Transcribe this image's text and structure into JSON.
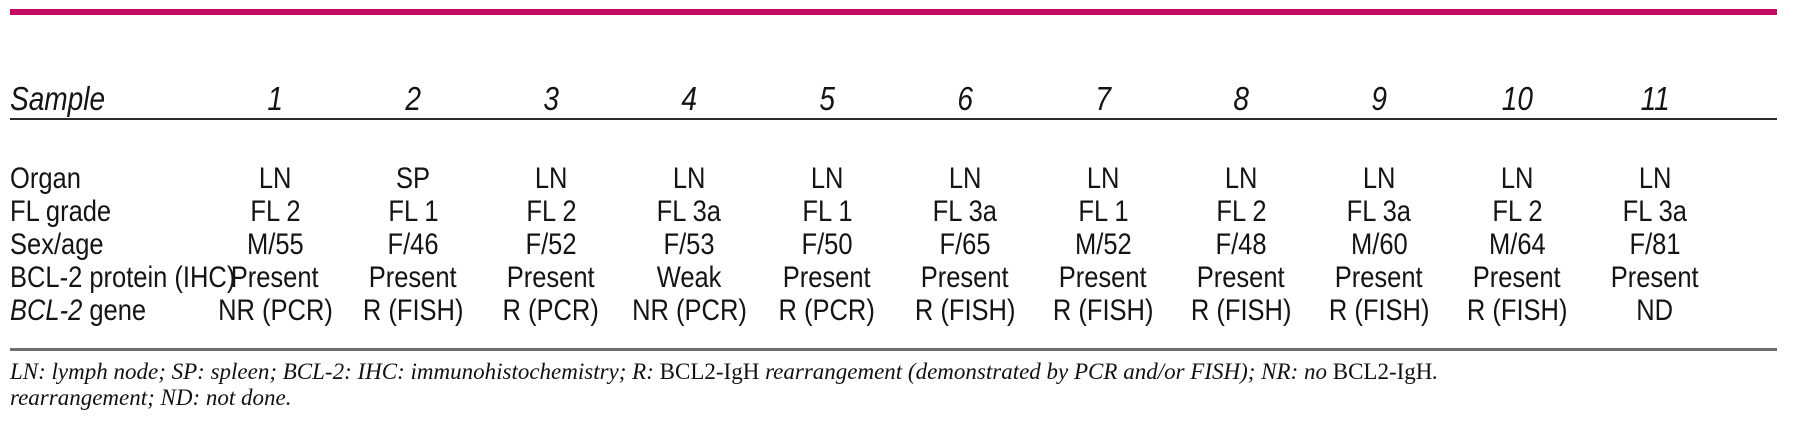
{
  "accent_color": "#c40a63",
  "rule_colors": {
    "header_rule": "#2b2b2b",
    "footer_rule": "#6e6e6e"
  },
  "table": {
    "corner_label": "Sample",
    "columns": [
      "1",
      "2",
      "3",
      "4",
      "5",
      "6",
      "7",
      "8",
      "9",
      "10",
      "11"
    ],
    "rows": [
      {
        "label_italic": "",
        "label": "Organ",
        "values": [
          "LN",
          "SP",
          "LN",
          "LN",
          "LN",
          "LN",
          "LN",
          "LN",
          "LN",
          "LN",
          "LN"
        ]
      },
      {
        "label_italic": "",
        "label": "FL grade",
        "values": [
          "FL 2",
          "FL 1",
          "FL 2",
          "FL 3a",
          "FL 1",
          "FL 3a",
          "FL 1",
          "FL 2",
          "FL 3a",
          "FL 2",
          "FL 3a"
        ]
      },
      {
        "label_italic": "",
        "label": "Sex/age",
        "values": [
          "M/55",
          "F/46",
          "F/52",
          "F/53",
          "F/50",
          "F/65",
          "M/52",
          "F/48",
          "M/60",
          "M/64",
          "F/81"
        ]
      },
      {
        "label_italic": "",
        "label": "BCL-2 protein (IHC)",
        "values": [
          "Present",
          "Present",
          "Present",
          "Weak",
          "Present",
          "Present",
          "Present",
          "Present",
          "Present",
          "Present",
          "Present"
        ]
      },
      {
        "label_italic": "BCL-2",
        "label": " gene",
        "values": [
          "NR (PCR)",
          "R (FISH)",
          "R (PCR)",
          "NR (PCR)",
          "R (PCR)",
          "R (FISH)",
          "R (FISH)",
          "R (FISH)",
          "R (FISH)",
          "R (FISH)",
          "ND"
        ]
      }
    ]
  },
  "footnote": {
    "line1_segments": [
      {
        "text": "LN: lymph node; SP: spleen; BCL-2: IHC: immunohistochemistry; R: ",
        "style": "italic"
      },
      {
        "text": "BCL2-IgH",
        "style": "roman"
      },
      {
        "text": " rearrangement (demonstrated by PCR and/or FISH); NR: no ",
        "style": "italic"
      },
      {
        "text": "BCL2-IgH",
        "style": "roman"
      },
      {
        "text": ".",
        "style": "italic"
      }
    ],
    "line2": "rearrangement; ND: not done."
  }
}
